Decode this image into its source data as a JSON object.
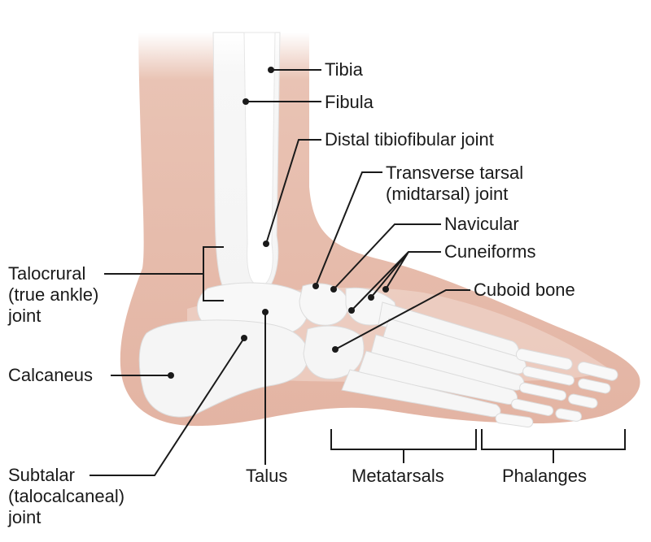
{
  "labels": {
    "tibia": "Tibia",
    "fibula": "Fibula",
    "distal_tibiofibular_joint": "Distal tibiofibular joint",
    "transverse_tarsal_joint": [
      "Transverse tarsal",
      "(midtarsal) joint"
    ],
    "navicular": "Navicular",
    "cuneiforms": "Cuneiforms",
    "cuboid_bone": "Cuboid bone",
    "talocrural_joint": [
      "Talocrural",
      "(true ankle)",
      "joint"
    ],
    "calcaneus": "Calcaneus",
    "subtalar_joint": [
      "Subtalar",
      "(talocalcaneal)",
      "joint"
    ],
    "talus": "Talus",
    "metatarsals": "Metatarsals",
    "phalanges": "Phalanges"
  },
  "colors": {
    "skin": "#e6b8a8",
    "skin_light": "#f3ddd4",
    "bone": "#f6f6f6",
    "bone_edge": "#dedede",
    "leader": "#1a1a1a"
  }
}
